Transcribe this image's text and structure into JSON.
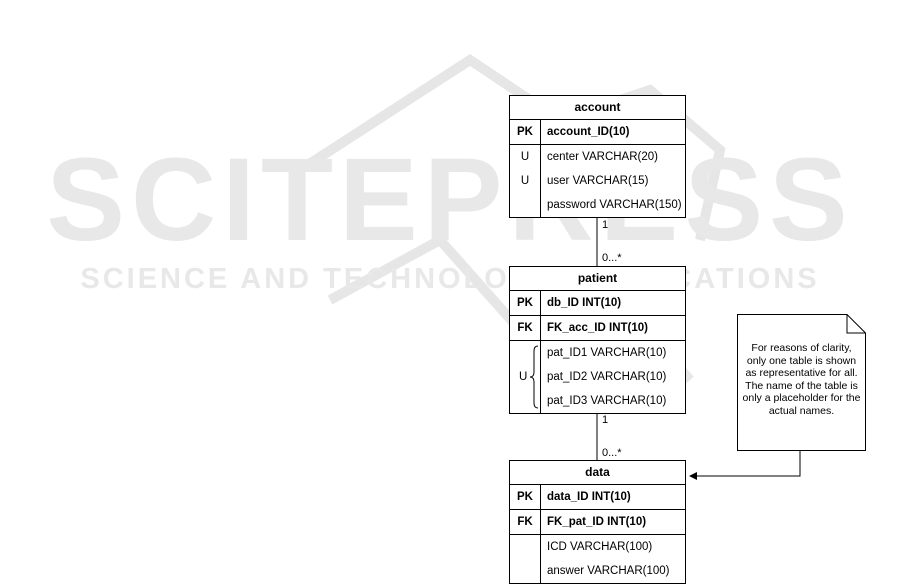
{
  "watermark": {
    "big": "SCITEPRESS",
    "small": "SCIENCE AND TECHNOLOGY PUBLICATIONS"
  },
  "tables": {
    "account": {
      "title": "account",
      "rows": [
        {
          "key": "PK",
          "field": "account_ID(10)"
        },
        {
          "key": "U",
          "field": "center VARCHAR(20)"
        },
        {
          "key": "U",
          "field": "user VARCHAR(15)"
        },
        {
          "key": "",
          "field": "password VARCHAR(150)"
        }
      ]
    },
    "patient": {
      "title": "patient",
      "rows": [
        {
          "key": "PK",
          "field": "db_ID INT(10)"
        },
        {
          "key": "FK",
          "field": "FK_acc_ID INT(10)"
        }
      ],
      "group_key": "U",
      "group_rows": [
        "pat_ID1 VARCHAR(10)",
        "pat_ID2 VARCHAR(10)",
        "pat_ID3 VARCHAR(10)"
      ]
    },
    "data": {
      "title": "data",
      "rows": [
        {
          "key": "PK",
          "field": "data_ID INT(10)"
        },
        {
          "key": "FK",
          "field": "FK_pat_ID INT(10)"
        },
        {
          "key": "",
          "field": "ICD VARCHAR(100)"
        },
        {
          "key": "",
          "field": "answer VARCHAR(100)"
        }
      ]
    }
  },
  "relations": {
    "account_patient": {
      "one": "1",
      "many": "0...*"
    },
    "patient_data": {
      "one": "1",
      "many": "0...*"
    }
  },
  "note": {
    "text": "For reasons of clarity, only one table is shown as representative for all. The name of the table is only a placeholder for the actual names."
  }
}
